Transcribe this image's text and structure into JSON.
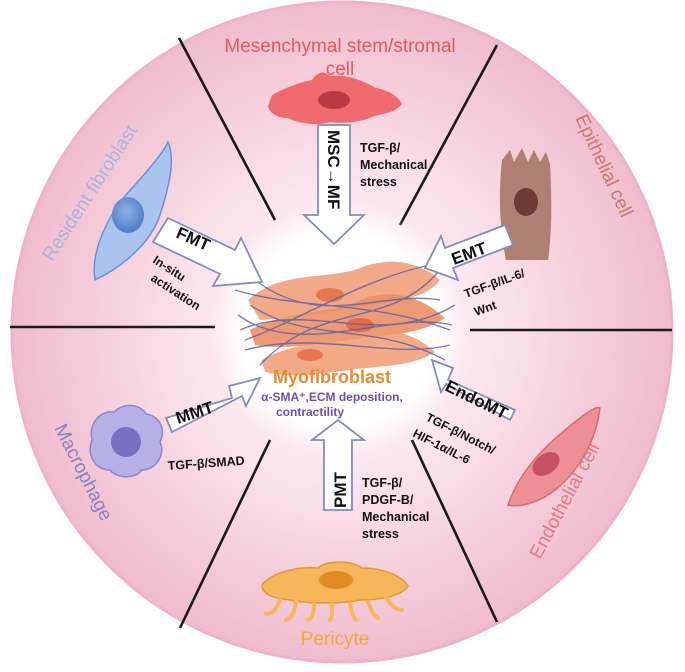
{
  "colors": {
    "outer_ring": "#f3c6d3",
    "outer_ring_edge": "#eeb3c4",
    "center_glow": "#ffffff",
    "divider": "#1a1a1a",
    "arrow_fill": "#ffffff",
    "arrow_stroke": "#7f8fb8",
    "msc_title": "#e2585e",
    "fibroblast_title": "#a8b6dc",
    "epithelial_title": "#c87a6c",
    "macrophage_title": "#8a80c4",
    "endothelial_title": "#e07a86",
    "pericyte_title": "#f2a93b",
    "myofibroblast_title": "#e8892e",
    "myofibroblast_sub": "#6a4fb3"
  },
  "cells": {
    "msc": {
      "title_line1": "Mesenchymal stem/stromal",
      "title_line2": "cell",
      "icon": "msc-cell-icon"
    },
    "resident_fibroblast": {
      "title": "Resident fibroblast",
      "icon": "fibroblast-cell-icon"
    },
    "epithelial": {
      "title": "Epithelial cell",
      "icon": "epithelial-cell-icon"
    },
    "macrophage": {
      "title": "Macrophage",
      "icon": "macrophage-cell-icon"
    },
    "endothelial": {
      "title": "Endothelial cell",
      "icon": "endothelial-cell-icon"
    },
    "pericyte": {
      "title": "Pericyte",
      "icon": "pericyte-cell-icon"
    }
  },
  "transitions": {
    "msc": {
      "label": "MSC→MF",
      "factors": [
        "TGF-β/",
        "Mechanical",
        "stress"
      ]
    },
    "fmt": {
      "label": "FMT",
      "factors": [
        "In-situ",
        "activation"
      ]
    },
    "emt": {
      "label": "EMT",
      "factors": [
        "TGF-β/IL-6/",
        "Wnt"
      ]
    },
    "mmt": {
      "label": "MMT",
      "factors": [
        "TGF-β/SMAD"
      ]
    },
    "endomt": {
      "label": "EndoMT",
      "factors": [
        "TGF-β/Notch/",
        "HIF-1α/IL-6"
      ]
    },
    "pmt": {
      "label": "PMT",
      "factors": [
        "TGF-β/",
        "PDGF-B/",
        "Mechanical",
        "stress"
      ]
    }
  },
  "center": {
    "title": "Myofibroblast",
    "subtitle_line1": "α-SMA⁺,ECM deposition,",
    "subtitle_line2": "contractility",
    "icon": "myofibroblast-cluster-icon"
  }
}
